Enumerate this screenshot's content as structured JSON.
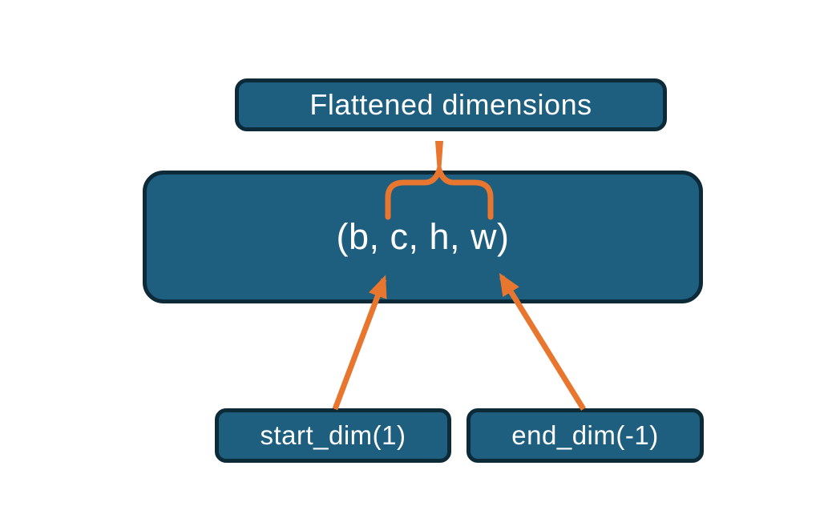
{
  "diagram": {
    "top_box": {
      "label": "Flattened dimensions"
    },
    "main_box": {
      "label": "(b, c, h, w)"
    },
    "bottom_boxes": [
      {
        "label": "start_dim(1)"
      },
      {
        "label": "end_dim(-1)"
      }
    ],
    "icons": {
      "brace": "curly-brace-up-icon",
      "start_arrow": "arrow-up-right-icon",
      "end_arrow": "arrow-up-left-icon"
    },
    "colors": {
      "box_fill": "#1e5f80",
      "box_border": "#0d2a38",
      "accent_orange": "#e8762e",
      "text_color": "#ffffff",
      "background": "#ffffff"
    }
  }
}
